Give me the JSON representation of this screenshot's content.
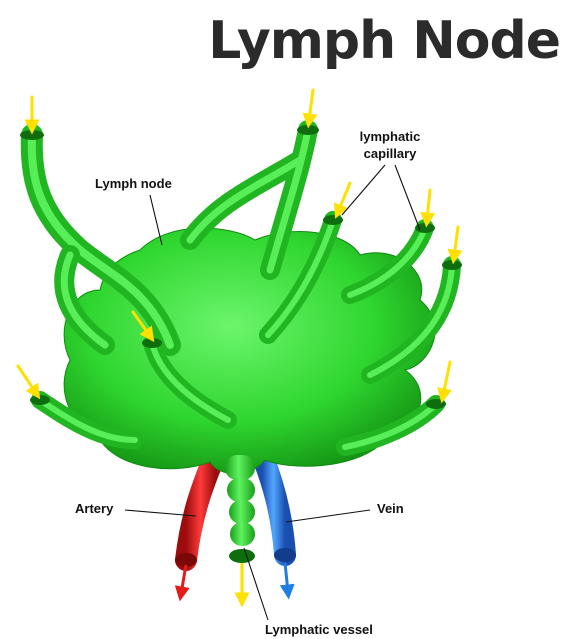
{
  "title": "Lymph Node",
  "labels": {
    "lymph_node": "Lymph node",
    "lymphatic_capillary_line1": "lymphatic",
    "lymphatic_capillary_line2": "capillary",
    "artery": "Artery",
    "vein": "Vein",
    "lymphatic_vessel": "Lymphatic vessel"
  },
  "colors": {
    "node_light": "#5ef05e",
    "node_mid": "#2fd62f",
    "node_dark": "#139a13",
    "capillary": "#35d235",
    "artery": "#e31b1b",
    "vein": "#2a76e0",
    "inflow_arrow": "#ffe000",
    "outflow_arrow_yellow": "#ffe000",
    "outflow_arrow_red": "#e31b1b",
    "outflow_arrow_blue": "#1e7fe6",
    "title_text": "#2b2b2b"
  },
  "icons": {
    "inflow": "yellow-arrow-down-icon",
    "outflow": "arrow-down-icon"
  }
}
